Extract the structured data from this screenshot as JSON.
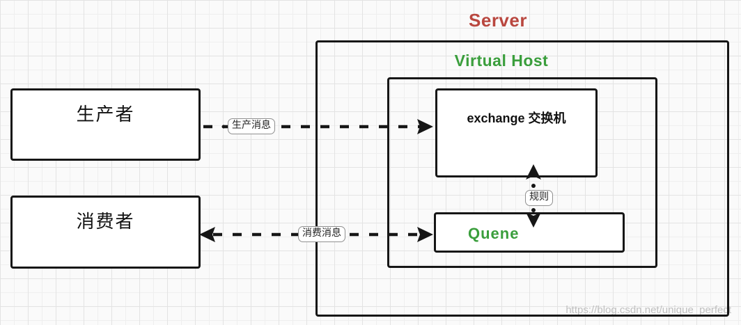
{
  "diagram": {
    "server_label": "Server",
    "virtual_host_label": "Virtual Host",
    "producer_label": "生产者",
    "consumer_label": "消费者",
    "exchange_label": "exchange 交换机",
    "queue_label": "Quene",
    "produce_msg_label": "生产消息",
    "consume_msg_label": "消费消息",
    "rule_label": "规则",
    "watermark": "https://blog.csdn.net/unique_perfect",
    "colors": {
      "server_title": "#b9473f",
      "virtual_host_title": "#3a9e3c",
      "queue_text": "#3a9e3c",
      "line": "#161616",
      "node_fill": "#ffffff",
      "watermark": "#b9b9b9",
      "grid_minor": "#efefef",
      "grid_major": "#e3e3e3",
      "background": "#fafafa"
    }
  }
}
